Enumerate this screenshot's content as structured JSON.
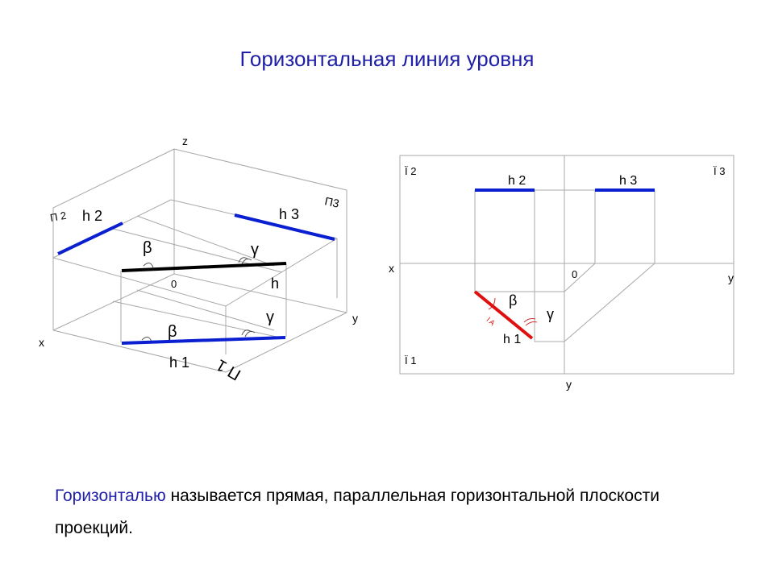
{
  "title": "Горизонтальная линия уровня",
  "axonometric": {
    "z": "z",
    "x": "x",
    "y": "y",
    "origin": "0",
    "pi2": "П 2",
    "pi3": "П3",
    "pi1": "П 1",
    "h2": "h 2",
    "h3": "h 3",
    "h": "h",
    "h1": "h 1",
    "beta_upper": "β",
    "gamma_upper": "γ",
    "beta_lower": "β",
    "gamma_lower": "γ"
  },
  "orthographic": {
    "pi2": "Ï 2",
    "pi3": "Ï 3",
    "pi1": "Ï 1",
    "x": "x",
    "y_right": "y",
    "y_bottom": "y",
    "origin": "0",
    "h2": "h 2",
    "h3": "h 3",
    "h1": "h 1",
    "beta": "β",
    "gamma": "γ",
    "true_length": "l A"
  },
  "caption": {
    "highlight": "Горизонталью",
    "text": " называется прямая, параллельная горизонтальной плоскости проекций."
  },
  "colors": {
    "title": "#1f1fa8",
    "projection_lines": "#0a1fd0",
    "true_length": "#e01010",
    "spatial_line": "#000000",
    "construction": "#b0b0b0"
  }
}
